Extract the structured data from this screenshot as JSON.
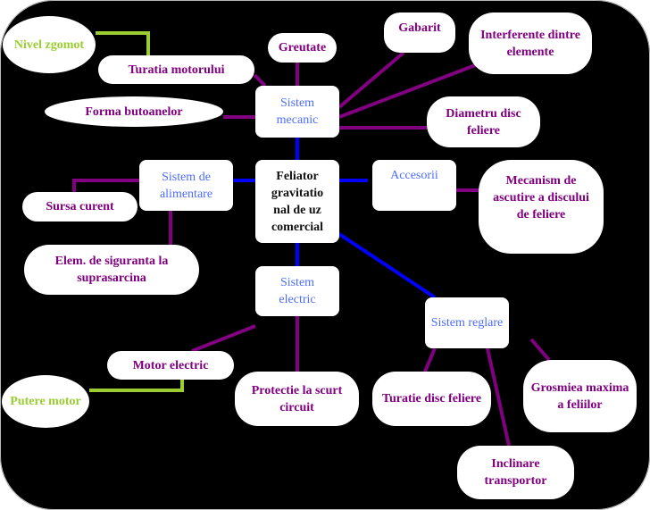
{
  "center": "Feliator gravitational de uz comercial",
  "center_lines": [
    "Feliator",
    "gravitatio",
    "nal de uz",
    "comercial"
  ],
  "systems": {
    "mecanic": "Sistem mecanic",
    "alimentare": "Sistem de alimentare",
    "accesorii": "Accesorii",
    "electric": "Sistem electric",
    "reglare": "Sistem reglare"
  },
  "leaves": {
    "nivel_zgomot": "Nivel zgomot",
    "turatia_motorului": "Turatia motorului",
    "greutate": "Greutate",
    "gabarit": "Gabarit",
    "interferente": "Interferente dintre elemente",
    "forma_butoanelor": "Forma butoanelor",
    "diametru_disc": "Diametru disc feliere",
    "mecanism": "Mecanism  de ascutire a discului de feliere",
    "sursa_curent": "Sursa curent",
    "elem_siguranta": "Elem. de siguranta la suprasarcina",
    "motor_electric": "Motor electric",
    "putere_motor": "Putere motor",
    "protectie": "Protectie la scurt circuit",
    "turatie_disc": "Turatie disc feliere",
    "grosimea": "Grosmiea maxima a feliilor",
    "inclinare": "Inclinare transportor"
  },
  "colors": {
    "background": "#000000",
    "primary_link": "#0000ff",
    "secondary_link": "#800080",
    "tertiary_link": "#9acd32"
  }
}
